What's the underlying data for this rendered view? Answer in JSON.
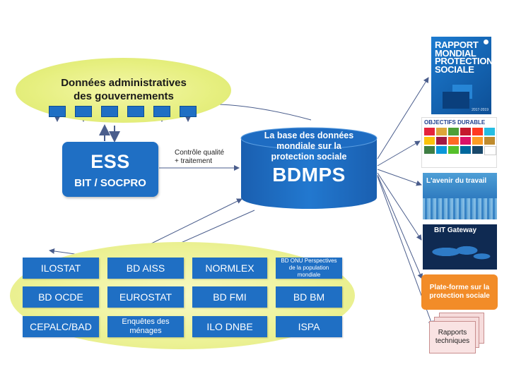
{
  "colors": {
    "primary_blue": "#1f6fc4",
    "ellipse_yellow": "#e6ef7f",
    "orange": "#f28c28",
    "arrow": "#4a5d8c"
  },
  "government": {
    "title_line1": "Données administratives",
    "title_line2": "des gouvernements",
    "squares": 6
  },
  "ess": {
    "title": "ESS",
    "subtitle": "BIT / SOCPRO"
  },
  "quality": {
    "line1": "Contrôle qualité",
    "line2": "+ traitement"
  },
  "bdmps": {
    "line1": "La base des données",
    "line2": "mondiale sur la",
    "line3": "protection sociale",
    "acronym": "BDMPS"
  },
  "sources": [
    [
      "ILOSTAT",
      "BD AISS",
      "NORMLEX",
      "BD ONU Perspectives de la population mondiale"
    ],
    [
      "BD OCDE",
      "EUROSTAT",
      "BD FMI",
      "BD BM"
    ],
    [
      "CEPALC/BAD",
      "Enquêtes des ménages",
      "ILO DNBE",
      "ISPA"
    ]
  ],
  "outputs": {
    "report_title": "RAPPORT MONDIAL PROTECTION SOCIALE",
    "report_years": "2017-2019",
    "odd_header": "OBJECTIFS DURABLE",
    "avenir": "L'avenir du travail",
    "gateway": "BIT Gateway",
    "plateforme": "Plate-forme sur la protection sociale",
    "rapports": "Rapports techniques"
  },
  "odd_colors": [
    "#e5243b",
    "#dda63a",
    "#4c9f38",
    "#c5192d",
    "#ff3a21",
    "#26bde2",
    "#fcc30b",
    "#a21942",
    "#fd6925",
    "#dd1367",
    "#fd9d24",
    "#bf8b2e",
    "#3f7e44",
    "#0a97d9",
    "#56c02b",
    "#00689d",
    "#19486a",
    "#ffffff"
  ]
}
